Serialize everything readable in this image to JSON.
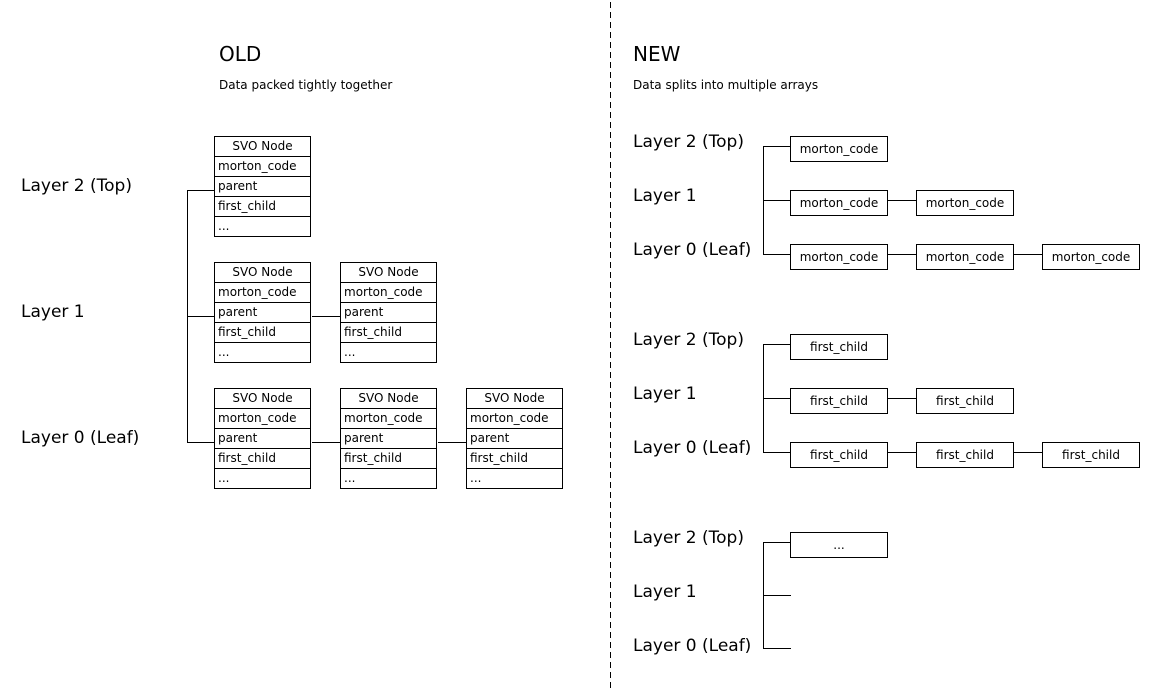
{
  "old": {
    "title": "OLD",
    "subtitle": "Data packed tightly together",
    "layer_labels": [
      "Layer 2 (Top)",
      "Layer 1",
      "Layer 0 (Leaf)"
    ],
    "node": {
      "header": "SVO Node",
      "fields": [
        "morton_code",
        "parent",
        "first_child",
        "..."
      ]
    },
    "nodes_per_layer": [
      1,
      2,
      3
    ]
  },
  "new": {
    "title": "NEW",
    "subtitle": "Data splits into multiple arrays",
    "groups": [
      {
        "layer_labels": [
          "Layer 2 (Top)",
          "Layer 1",
          "Layer 0 (Leaf)"
        ],
        "rows": [
          [
            "morton_code"
          ],
          [
            "morton_code",
            "morton_code"
          ],
          [
            "morton_code",
            "morton_code",
            "morton_code"
          ]
        ]
      },
      {
        "layer_labels": [
          "Layer 2 (Top)",
          "Layer 1",
          "Layer 0 (Leaf)"
        ],
        "rows": [
          [
            "first_child"
          ],
          [
            "first_child",
            "first_child"
          ],
          [
            "first_child",
            "first_child",
            "first_child"
          ]
        ]
      },
      {
        "layer_labels": [
          "Layer 2 (Top)",
          "Layer 1",
          "Layer 0 (Leaf)"
        ],
        "rows": [
          [
            "..."
          ],
          [],
          []
        ]
      }
    ]
  }
}
